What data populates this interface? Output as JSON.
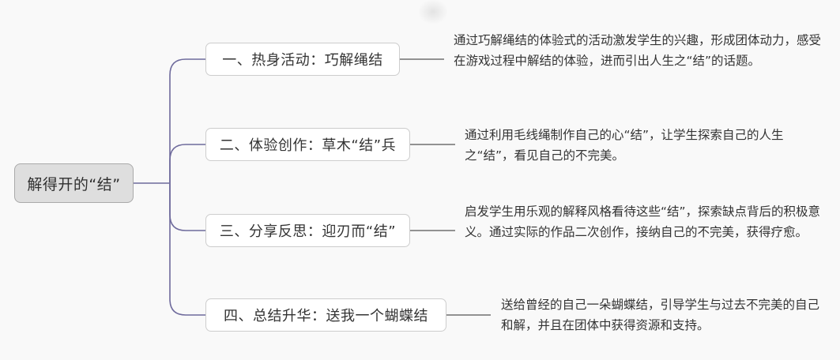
{
  "mindmap": {
    "root": {
      "label": "解得开的“结”"
    },
    "branches": [
      {
        "label": "一、热身活动：巧解绳结",
        "description": "通过巧解绳结的体验式的活动激发学生的兴趣，形成团体动力，感受在游戏过程中解结的体验，进而引出人生之“结”的话题。"
      },
      {
        "label": "二、体验创作：草木“结”兵",
        "description": "通过利用毛线绳制作自己的心“结”，让学生探索自己的人生之“结”，看见自己的不完美。"
      },
      {
        "label": "三、分享反思：迎刃而“结”",
        "description": "启发学生用乐观的解释风格看待这些“结”，探索缺点背后的积极意义。通过实际的作品二次创作，接纳自己的不完美，获得疗愈。"
      },
      {
        "label": "四、总结升华：送我一个蝴蝶结",
        "description": "送给曾经的自己一朵蝴蝶结，引导学生与过去不完美的自己和解，并且在团体中获得资源和支持。"
      }
    ]
  },
  "colors": {
    "background": "#f9f9f9",
    "connector": "#6e6a9c",
    "leaf_line": "#555555",
    "root_fill": "#dedede",
    "root_border": "#a9a9a9",
    "node_fill": "#ffffff",
    "node_border": "#cdcdcd",
    "text": "#333333"
  }
}
